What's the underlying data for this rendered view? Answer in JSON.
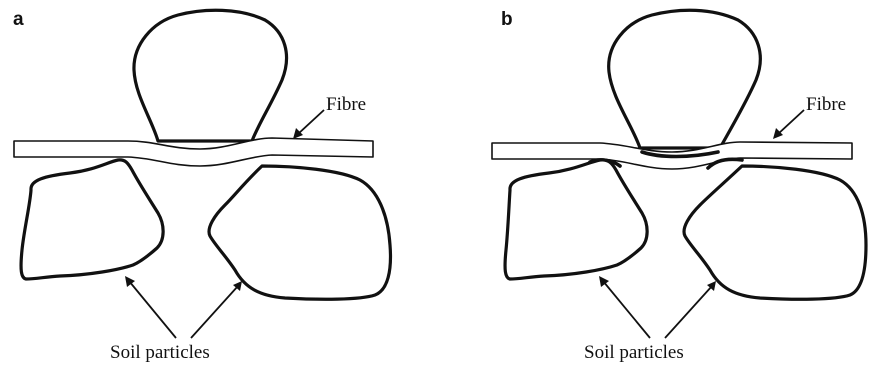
{
  "panels": [
    {
      "letter": "a",
      "fibre_label": "Fibre",
      "particles_label": "Soil particles"
    },
    {
      "letter": "b",
      "fibre_label": "Fibre",
      "particles_label": "Soil particles"
    }
  ]
}
